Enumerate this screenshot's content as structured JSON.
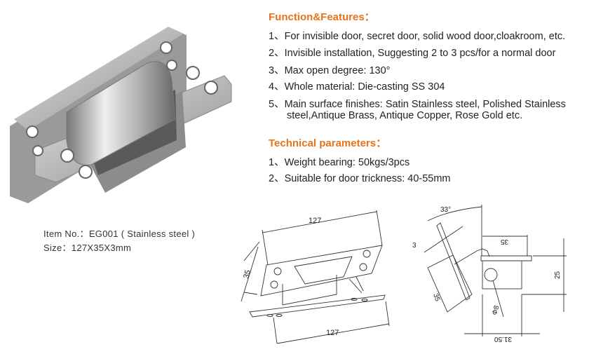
{
  "features": {
    "heading": "Function&Features：",
    "items": [
      "1、For invisible door, secret door, solid wood door,cloakroom, etc.",
      "2、Invisible installation, Suggesting 2 to 3 pcs/for a normal door",
      "3、Max open degree: 130°",
      "4、Whole material: Die-casting SS 304",
      "5、Main surface finishes: Satin Stainless steel, Polished Stainless",
      "steel,Antique Brass, Antique Copper, Rose Gold etc."
    ]
  },
  "technical": {
    "heading": "Technical parameters：",
    "items": [
      "1、Weight bearing: 50kgs/3pcs",
      "2、Suitable for door trickness: 40-55mm"
    ]
  },
  "product": {
    "item_no": "Item No.：EG001 ( Stainless steel )",
    "size": "Size：127X35X3mm"
  },
  "drawing_left": {
    "length_top": "127",
    "width": "35",
    "length_bottom": "127"
  },
  "drawing_right": {
    "angle": "33°",
    "thickness": "3",
    "width_top": "35",
    "height": "25",
    "plate_width": "35",
    "hole": "Φ8",
    "depth": "31.50"
  },
  "colors": {
    "accent": "#e8731a"
  }
}
